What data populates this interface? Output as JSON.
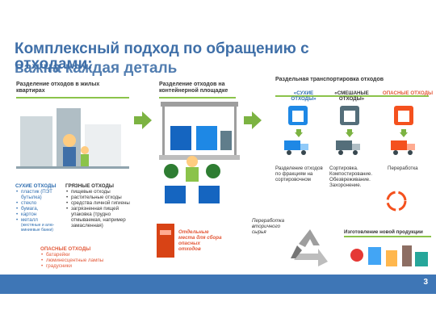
{
  "title": {
    "line1": "Комплексный подход по обращению с",
    "line2": "отходами:",
    "line3": "важна каждая деталь"
  },
  "sections": {
    "apartment": {
      "heading": "Разделение отходов в жилых квартирах"
    },
    "container": {
      "heading": "Разделение отходов на контейнерной площадке"
    },
    "transport": {
      "heading": "Раздельная транспортировка отходов"
    }
  },
  "dry_waste": {
    "heading": "СУХИЕ ОТХОДЫ",
    "items": [
      "пластик (ПЭТ бутылка)",
      "стекло",
      "бумага,",
      "картон",
      "металл"
    ],
    "note": "(жестяные и алю- миниевые банки)"
  },
  "dirty_waste": {
    "heading": "ГРЯЗНЫЕ ОТХОДЫ",
    "items": [
      "пищевые отходы",
      "растительные отходы",
      "средства личной гигиены",
      "загрязненная пищей упаковка (трудно отмываемая, например замасленная)"
    ]
  },
  "hazardous_waste": {
    "heading": "ОПАСНЫЕ ОТХОДЫ",
    "items": [
      "батарейки",
      "люминесцентные лампы",
      "градусники"
    ]
  },
  "separate_places": "Отдельные места для сбора опасных отходов",
  "transport_columns": [
    {
      "label": "«СУХИЕ ОТХОДЫ»",
      "color": "#2f6eb0",
      "text": "Разделение отходов по фракциям на сортировочном"
    },
    {
      "label": "«СМЕШАНЫЕ ОТХОДЫ»",
      "color": "#333333",
      "text": "Сортировка. Компостирование. Обезвреживание. Захоронение."
    },
    {
      "label": "ОПАСНЫЕ ОТХОДЫ",
      "color": "#e35a3a",
      "text": "Переработка"
    }
  ],
  "recycling_label": "Переработка вторичного сырья",
  "new_products_label": "Изготовление новой продукции",
  "page_number": "3",
  "colors": {
    "accent_blue": "#3f6fa8",
    "green": "#8bc34a",
    "red": "#e35a3a",
    "footer": "#3e76b6"
  }
}
